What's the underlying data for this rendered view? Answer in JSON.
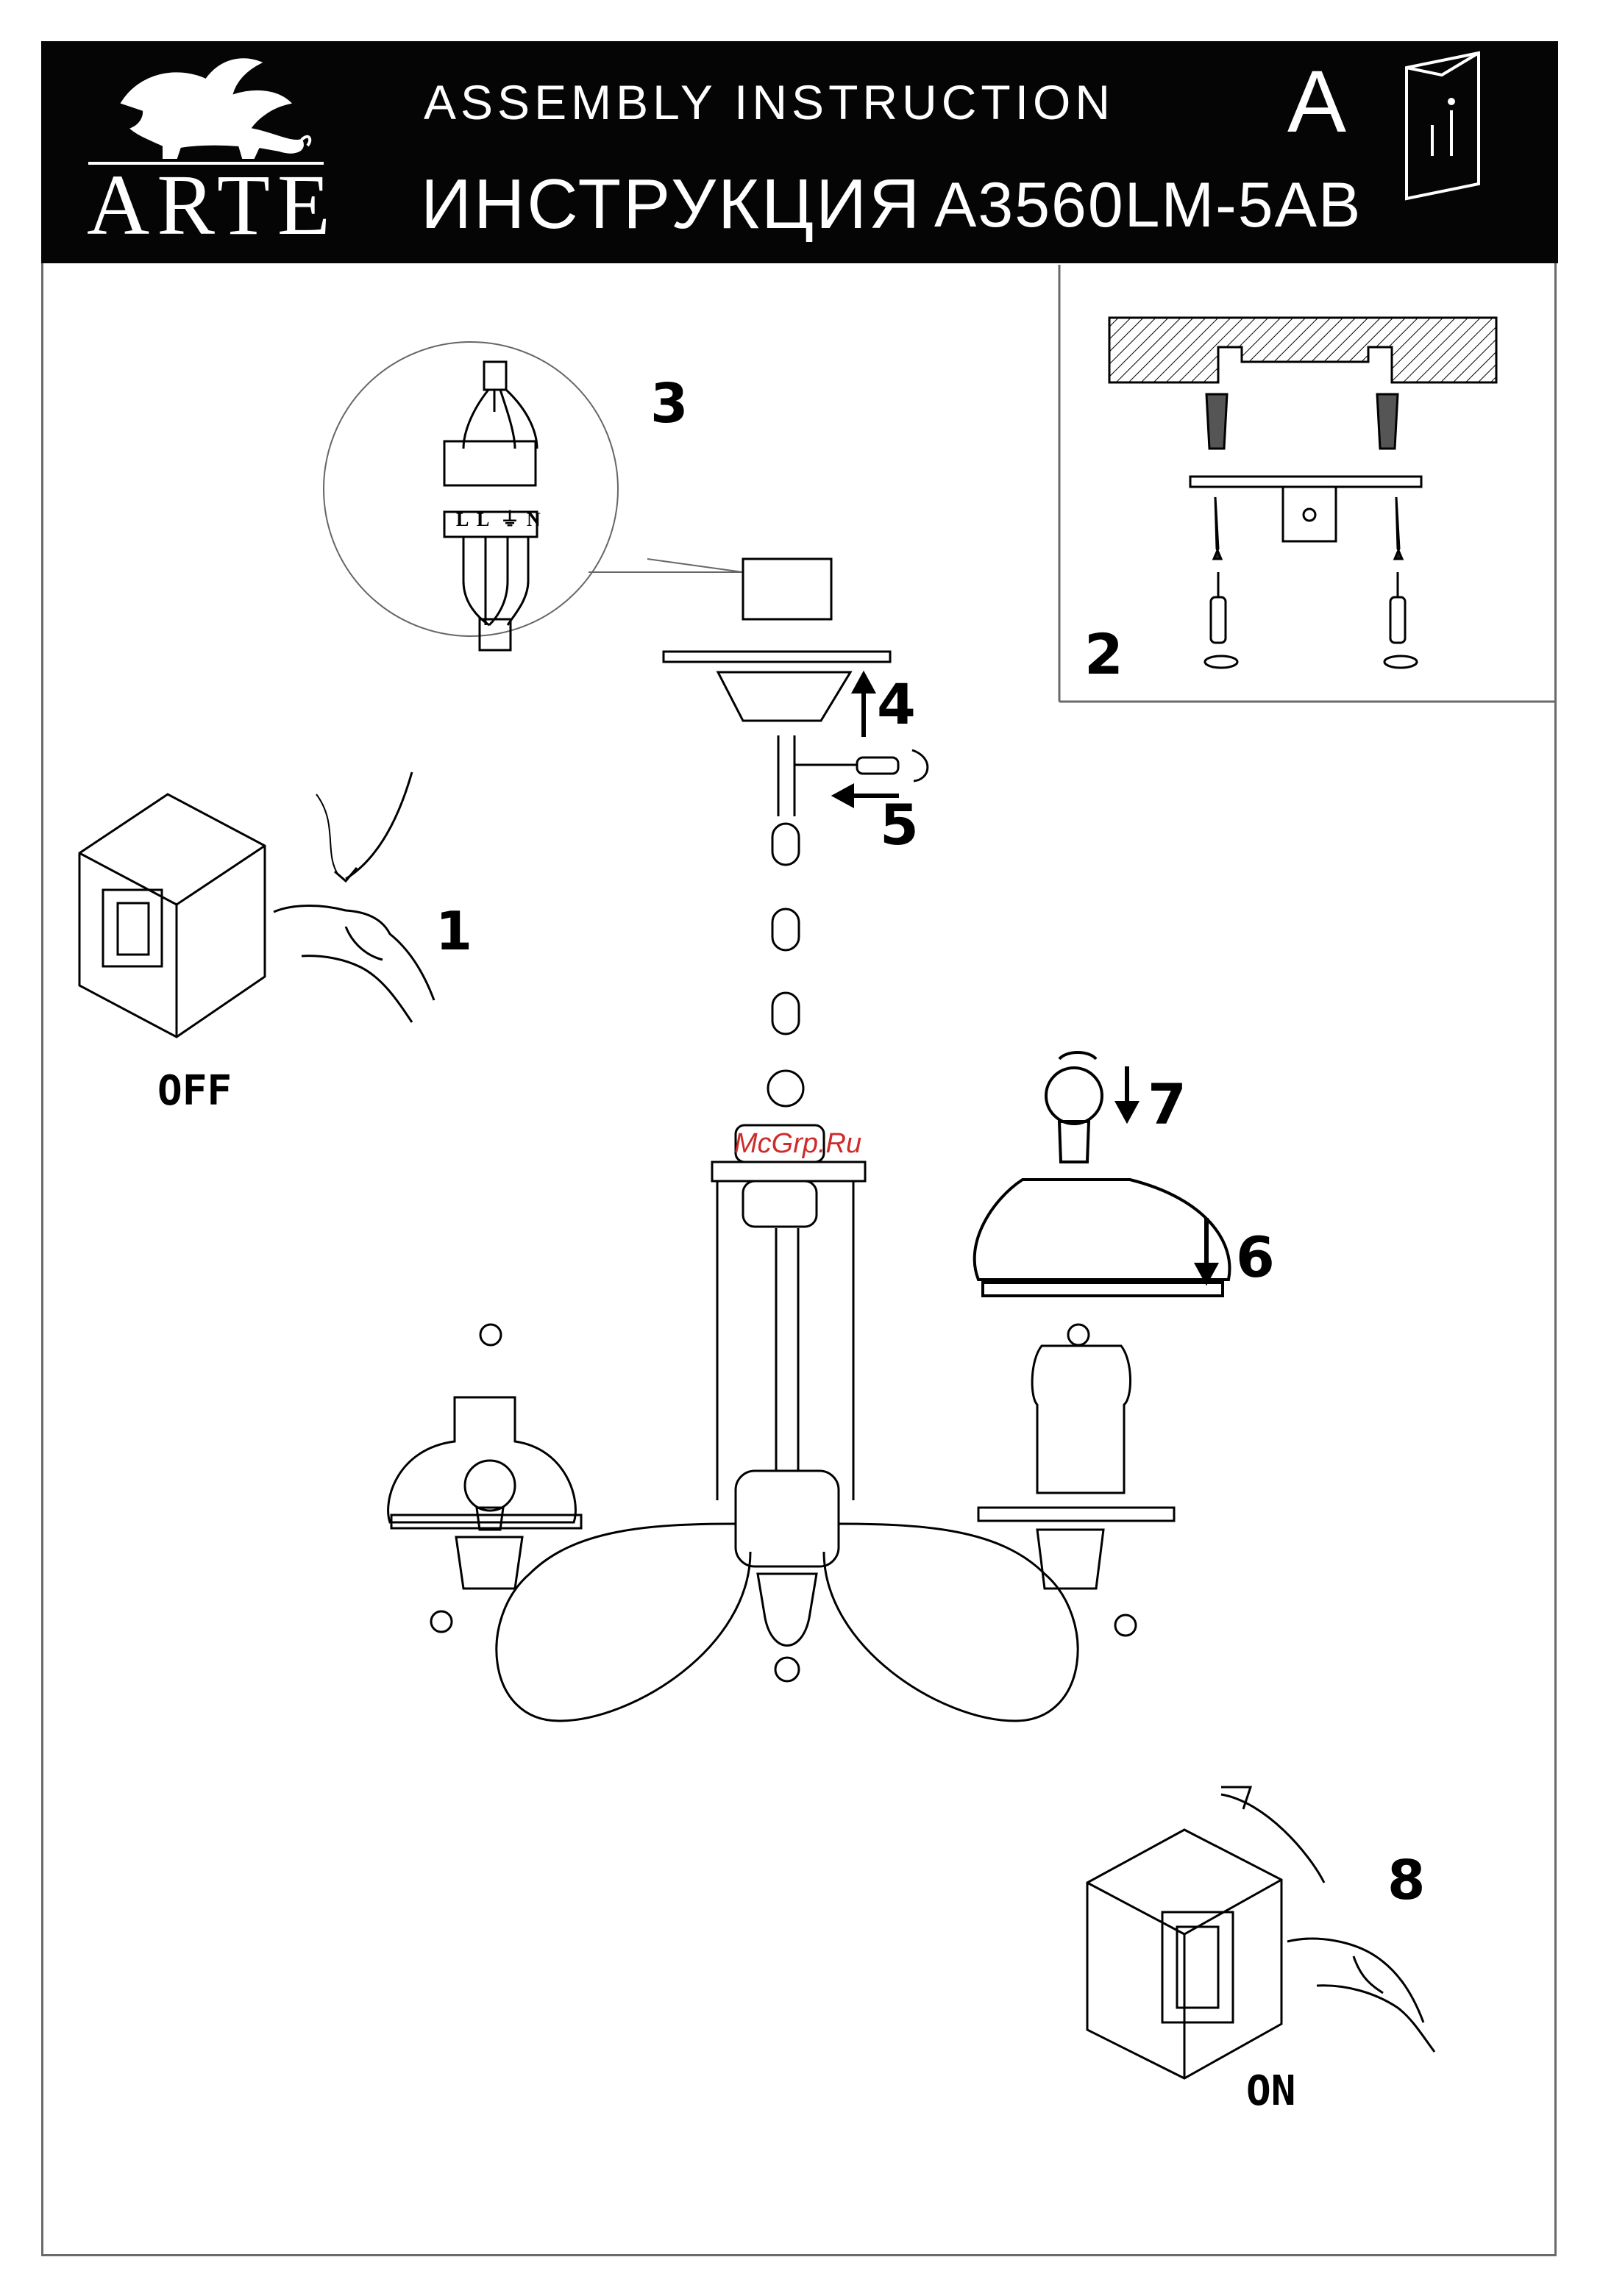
{
  "brand": {
    "name": "ARTE"
  },
  "header": {
    "title_en": "ASSEMBLY INSTRUCTION",
    "title_ru": "ИНСТРУКЦИЯ",
    "model": "A3560LM-5AB",
    "sheet_letter": "A"
  },
  "steps": {
    "s1": "1",
    "s2": "2",
    "s3": "3",
    "s4": "4",
    "s5": "5",
    "s6": "6",
    "s7": "7",
    "s8": "8"
  },
  "switch_off_label": "OFF",
  "switch_on_label": "ON",
  "terminal_labels": [
    "L",
    "L",
    "N"
  ],
  "watermark": "McGrp.Ru",
  "icons": [
    "lion-logo-icon",
    "info-booklet-icon",
    "wall-switch-icon",
    "hand-icon",
    "screwdriver-icon",
    "rotate-arrow-icon",
    "bulb-icon",
    "glass-shade-icon",
    "chandelier-icon",
    "ceiling-plate-icon",
    "terminal-block-icon",
    "ground-symbol-icon"
  ]
}
